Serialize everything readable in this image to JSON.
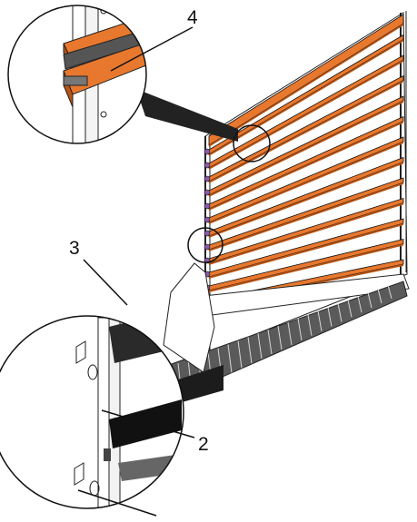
{
  "callouts": {
    "c4": "4",
    "c3": "3",
    "c2": "2",
    "c1": ""
  },
  "colors": {
    "orange": "#e8782e",
    "orange_dark": "#b85414",
    "grey": "#5a5a5a",
    "dark": "#1c1c1c",
    "line": "#111111",
    "purple": "#8a5aa8"
  },
  "slat_count": 13
}
